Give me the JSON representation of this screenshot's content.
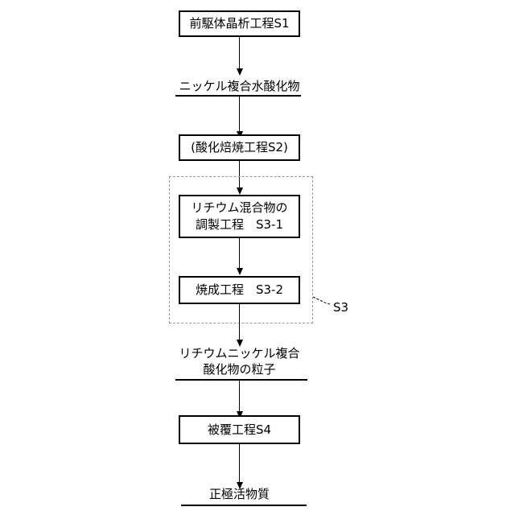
{
  "steps": {
    "s1": "前駆体晶析工程S1",
    "i1": "ニッケル複合水酸化物",
    "s2": "(酸化焙焼工程S2)",
    "s31_line1": "リチウム混合物の",
    "s31_line2": "調製工程　S3-1",
    "s32": "焼成工程　S3-2",
    "s3_ref": "S3",
    "i2_line1": "リチウムニッケル複合",
    "i2_line2": "酸化物の粒子",
    "s4": "被覆工程S4",
    "product": "正極活物質"
  }
}
